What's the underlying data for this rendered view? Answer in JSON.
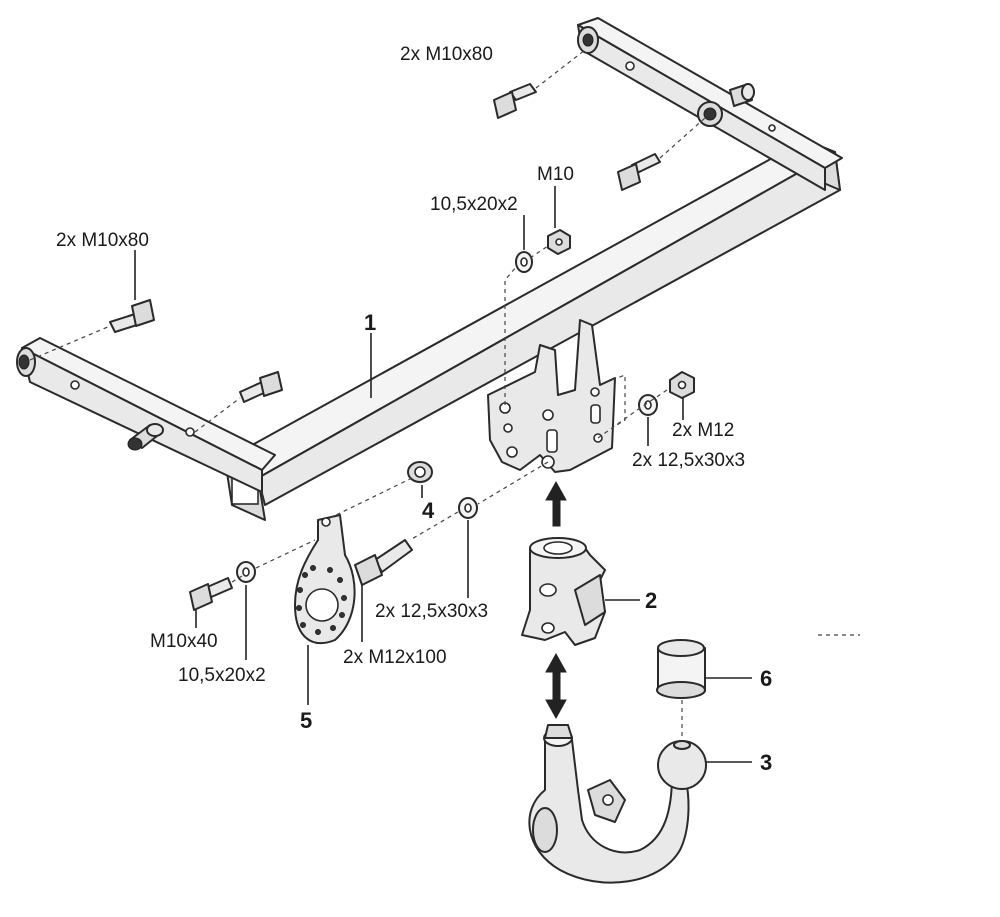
{
  "labels": {
    "bolt_top_right": "2x M10x80",
    "bolt_left": "2x M10x80",
    "nut_m10": "M10",
    "washer_top": "10,5x20x2",
    "nut_m12": "2x M12",
    "washer_right": "2x 12,5x30x3",
    "washer_mid": "2x 12,5x30x3",
    "bolt_m12": "2x M12x100",
    "bolt_m10x40": "M10x40",
    "washer_bottom": "10,5x20x2"
  },
  "parts": {
    "p1": "1",
    "p2": "2",
    "p3": "3",
    "p4": "4",
    "p5": "5",
    "p6": "6"
  }
}
